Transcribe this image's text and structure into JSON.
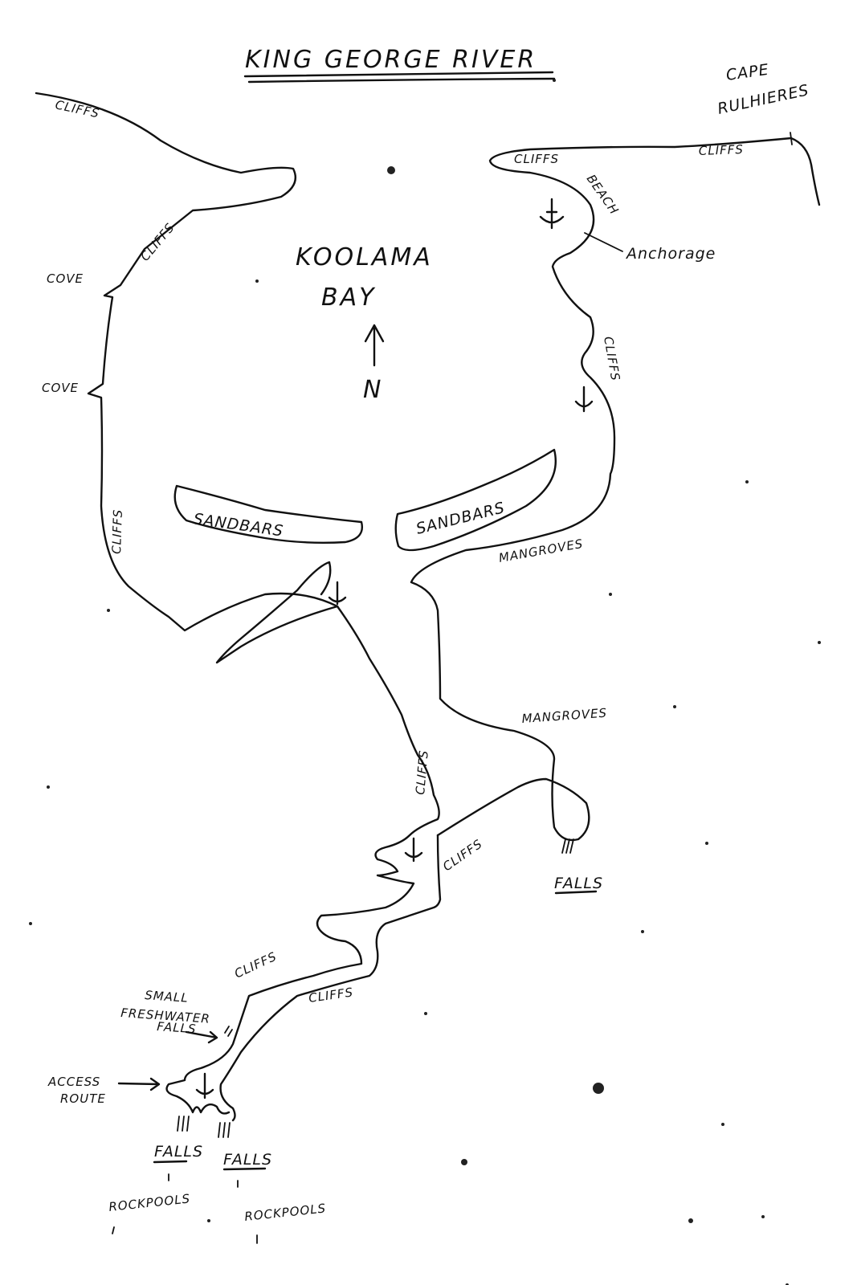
{
  "title": "KING GEORGE RIVER",
  "cape": [
    "CAPE",
    "RULHIERES"
  ],
  "bay": [
    "KOOLAMA",
    "BAY"
  ],
  "north": "N",
  "anchorage": "Anchorage",
  "labels": {
    "cliffs": "CLIFFS",
    "beach": "BEACH",
    "cove": "COVE",
    "sandbars": "SANDBARS",
    "mangroves": "MANGROVES",
    "falls": "FALLS",
    "rockpools": "ROCKPOOLS",
    "small_falls": [
      "SMALL",
      "FRESHWATER",
      "FALLS"
    ],
    "access": [
      "ACCESS",
      "ROUTE"
    ]
  }
}
